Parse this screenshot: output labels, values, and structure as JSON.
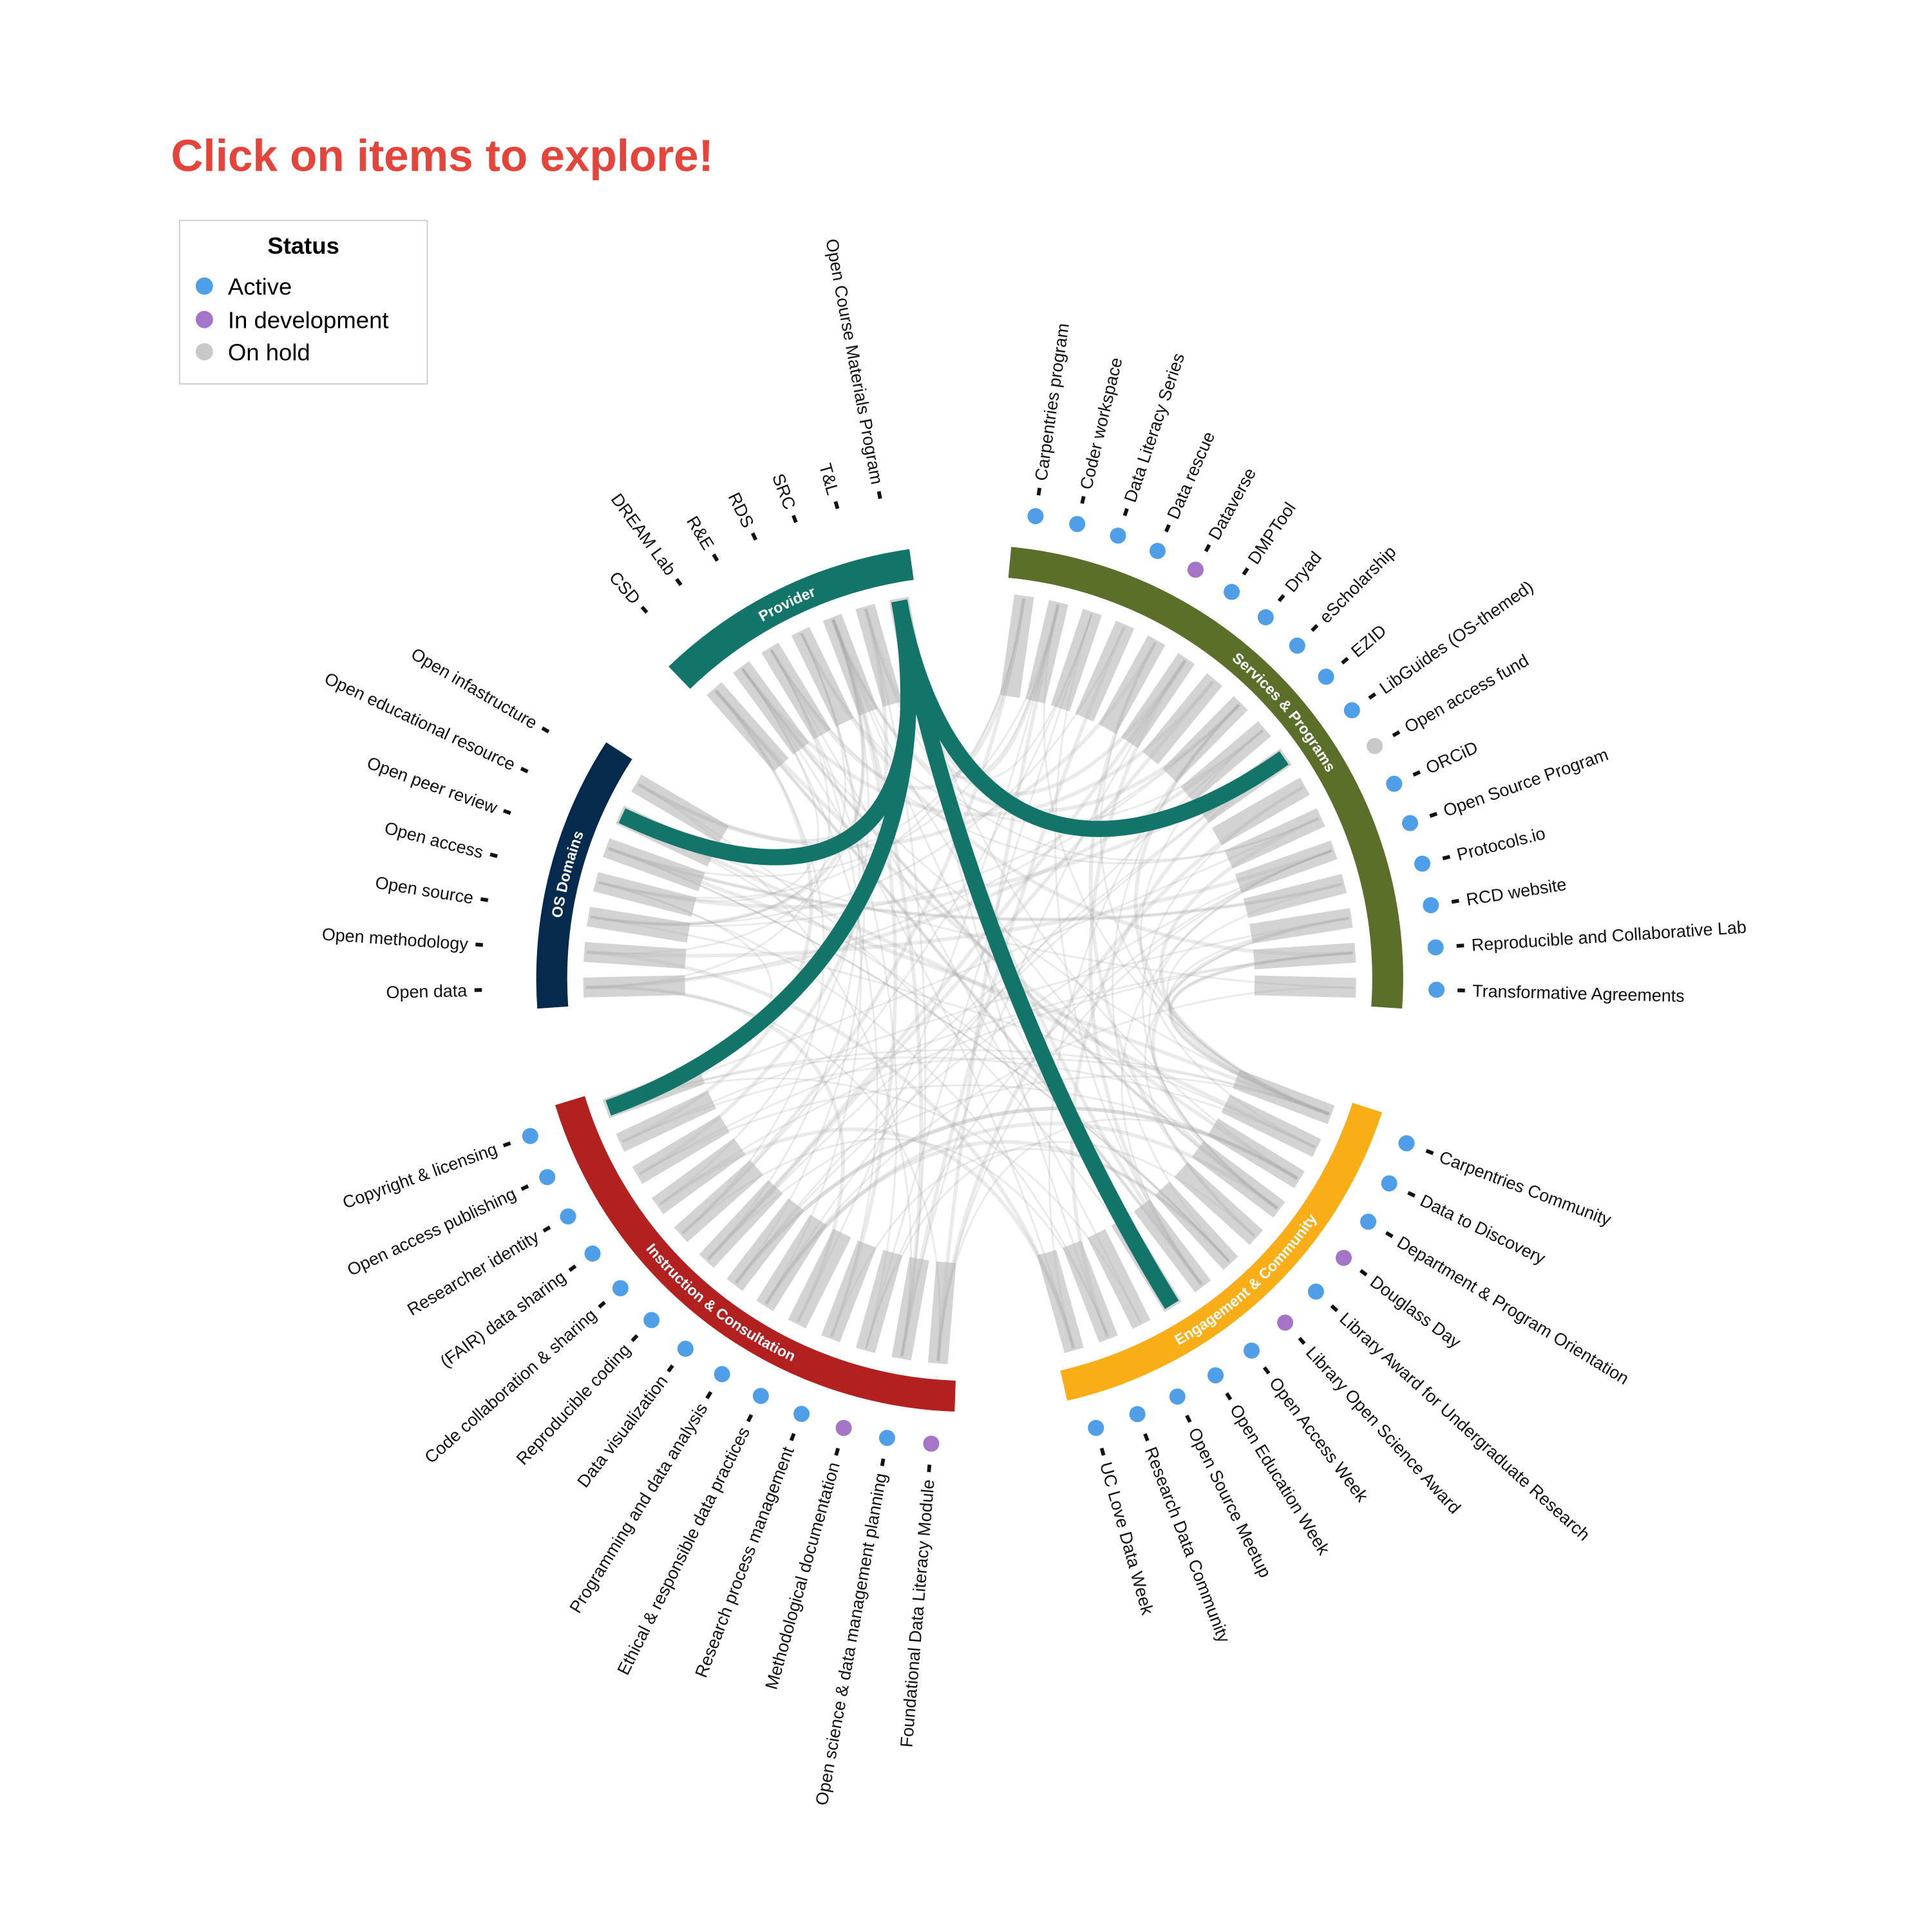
{
  "title": "Click on items to explore!",
  "title_color": "#e5443a",
  "legend": {
    "title": "Status",
    "items": [
      {
        "label": "Active",
        "color": "#4f9fe8"
      },
      {
        "label": "In development",
        "color": "#a374c8"
      },
      {
        "label": "On hold",
        "color": "#c8c8c8"
      }
    ]
  },
  "status_colors": {
    "active": "#4f9fe8",
    "dev": "#a374c8",
    "hold": "#c8c8c8"
  },
  "highlight_color": "#13756a",
  "groups": [
    {
      "name": "Provider",
      "color": "#13756a",
      "start_deg": -44,
      "end_deg": -8,
      "items": [
        {
          "label": "CSD"
        },
        {
          "label": "DREAM Lab"
        },
        {
          "label": "R&E"
        },
        {
          "label": "RDS"
        },
        {
          "label": "SRC"
        },
        {
          "label": "T&L"
        },
        {
          "label": "Open Course Materials Program"
        }
      ]
    },
    {
      "name": "Services & Programs",
      "color": "#5b6e2a",
      "start_deg": 5.5,
      "end_deg": 94,
      "items": [
        {
          "label": "Carpentries program",
          "status": "active"
        },
        {
          "label": "Coder workspace",
          "status": "active"
        },
        {
          "label": "Data Literacy Series",
          "status": "active"
        },
        {
          "label": "Data rescue",
          "status": "active"
        },
        {
          "label": "Dataverse",
          "status": "dev"
        },
        {
          "label": "DMPTool",
          "status": "active"
        },
        {
          "label": "Dryad",
          "status": "active"
        },
        {
          "label": "eScholarship",
          "status": "active"
        },
        {
          "label": "EZID",
          "status": "active"
        },
        {
          "label": "LibGuides (OS-themed)",
          "status": "active"
        },
        {
          "label": "Open access fund",
          "status": "hold"
        },
        {
          "label": "ORCiD",
          "status": "active"
        },
        {
          "label": "Open Source Program",
          "status": "active"
        },
        {
          "label": "Protocols.io",
          "status": "active"
        },
        {
          "label": "RCD website",
          "status": "active"
        },
        {
          "label": "Reproducible and Collaborative Lab",
          "status": "active"
        },
        {
          "label": "Transformative Agreements",
          "status": "active"
        }
      ]
    },
    {
      "name": "Engagement & Community",
      "color": "#f9ae17",
      "start_deg": 108,
      "end_deg": 167,
      "items": [
        {
          "label": "Carpentries Community",
          "status": "active"
        },
        {
          "label": "Data to Discovery",
          "status": "active"
        },
        {
          "label": "Department & Program Orientation",
          "status": "active"
        },
        {
          "label": "Douglass Day",
          "status": "dev"
        },
        {
          "label": "Library Award for Undergraduate Research",
          "status": "active"
        },
        {
          "label": "Library Open Science Award",
          "status": "dev"
        },
        {
          "label": "Open Access Week",
          "status": "active"
        },
        {
          "label": "Open Education Week",
          "status": "active"
        },
        {
          "label": "Open Source Meetup",
          "status": "active"
        },
        {
          "label": "Research Data Community",
          "status": "active"
        },
        {
          "label": "UC Love Data Week",
          "status": "active"
        }
      ]
    },
    {
      "name": "Instruction & Consultation",
      "color": "#b2211f",
      "start_deg": 182,
      "end_deg": 253,
      "items": [
        {
          "label": "Foundational Data Literacy Module",
          "status": "dev"
        },
        {
          "label": "Open science & data management planning",
          "status": "active"
        },
        {
          "label": "Methodological documentation",
          "status": "dev"
        },
        {
          "label": "Research process management",
          "status": "active"
        },
        {
          "label": "Ethical & responsible data practices",
          "status": "active"
        },
        {
          "label": "Programming and data analysis",
          "status": "active"
        },
        {
          "label": "Data visualization",
          "status": "active"
        },
        {
          "label": "Reproducible coding",
          "status": "active"
        },
        {
          "label": "Code collaboration & sharing",
          "status": "active"
        },
        {
          "label": "(FAIR) data sharing",
          "status": "active"
        },
        {
          "label": "Researcher identity",
          "status": "active"
        },
        {
          "label": "Open access publishing",
          "status": "active"
        },
        {
          "label": "Copyright & licensing",
          "status": "active"
        }
      ]
    },
    {
      "name": "OS Domains",
      "color": "#062a4d",
      "start_deg": 266,
      "end_deg": 303,
      "items": [
        {
          "label": "Open data"
        },
        {
          "label": "Open methodology"
        },
        {
          "label": "Open source"
        },
        {
          "label": "Open access"
        },
        {
          "label": "Open peer review"
        },
        {
          "label": "Open educational resource"
        },
        {
          "label": "Open infastructure"
        }
      ]
    }
  ],
  "highlighted_links": [
    [
      "Open Course Materials Program",
      "Open educational resource"
    ],
    [
      "Open Course Materials Program",
      "LibGuides (OS-themed)"
    ],
    [
      "Open Course Materials Program",
      "Copyright & licensing"
    ],
    [
      "Open Course Materials Program",
      "Open Education Week"
    ]
  ]
}
